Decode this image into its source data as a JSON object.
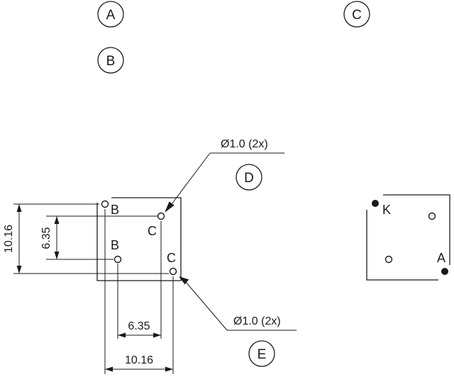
{
  "view_labels": {
    "a": "A",
    "b": "B",
    "c": "C",
    "d": "D",
    "e": "E"
  },
  "pin_labels": {
    "b_top": "B",
    "b_mid": "B",
    "c_upper": "C",
    "c_lower": "C",
    "k": "K",
    "a": "A"
  },
  "dimensions": {
    "height_outer": "10.16",
    "height_inner": "6.35",
    "width_inner": "6.35",
    "width_outer": "10.16"
  },
  "callouts": {
    "hole_upper": "Ø1.0 (2x)",
    "hole_lower": "Ø1.0 (2x)"
  }
}
